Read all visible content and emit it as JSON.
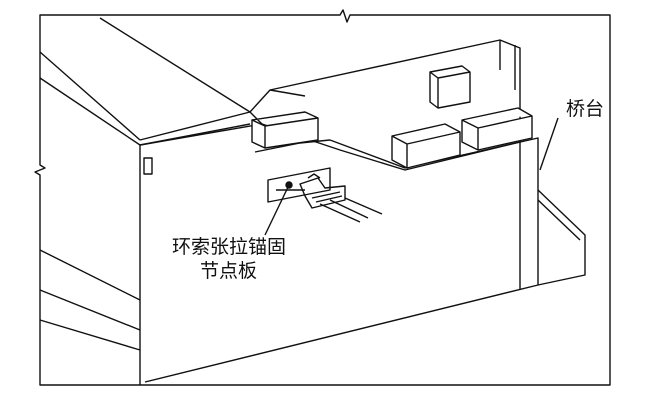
{
  "labels": {
    "abutment": "桥台",
    "anchor_plate_line1": "环索张拉锚固",
    "anchor_plate_line2": "节点板"
  },
  "colors": {
    "stroke": "#111111",
    "background": "#ffffff"
  }
}
